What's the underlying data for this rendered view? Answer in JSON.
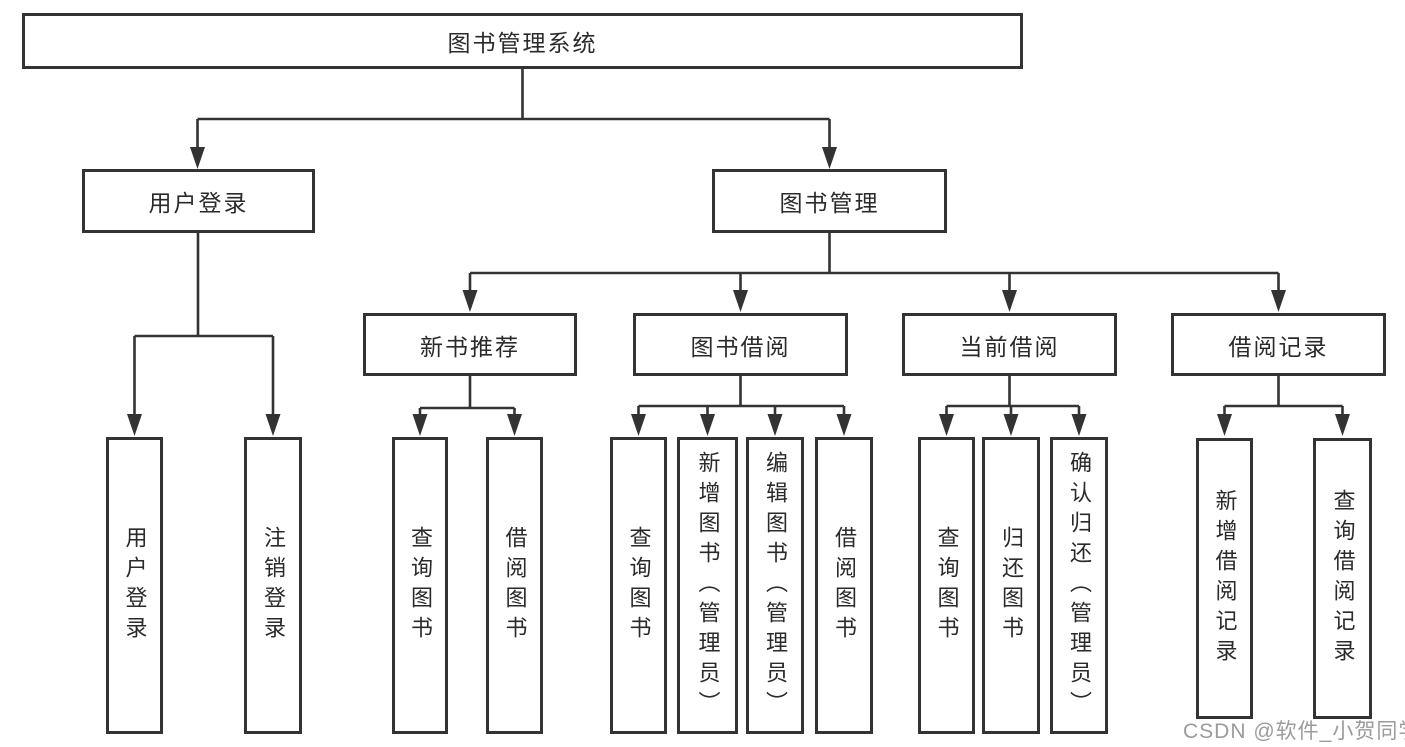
{
  "colors": {
    "line": "#333333",
    "text": "#2a2a2a",
    "watermark": "#9b9b9b",
    "background": "#ffffff"
  },
  "tree": {
    "root": "图书管理系统",
    "branches": [
      {
        "label": "用户登录",
        "children": [
          "用户登录",
          "注销登录"
        ]
      },
      {
        "label": "图书管理",
        "children": [
          {
            "label": "新书推荐",
            "children": [
              "查询图书",
              "借阅图书"
            ]
          },
          {
            "label": "图书借阅",
            "children": [
              "查询图书",
              "新增图书（管理员）",
              "编辑图书（管理员）",
              "借阅图书"
            ]
          },
          {
            "label": "当前借阅",
            "children": [
              "查询图书",
              "归还图书",
              "确认归还（管理员）"
            ]
          },
          {
            "label": "借阅记录",
            "children": [
              "新增借阅记录",
              "查询借阅记录"
            ]
          }
        ]
      }
    ]
  },
  "watermark": {
    "text": "CSDN @软件_小贺同学"
  }
}
